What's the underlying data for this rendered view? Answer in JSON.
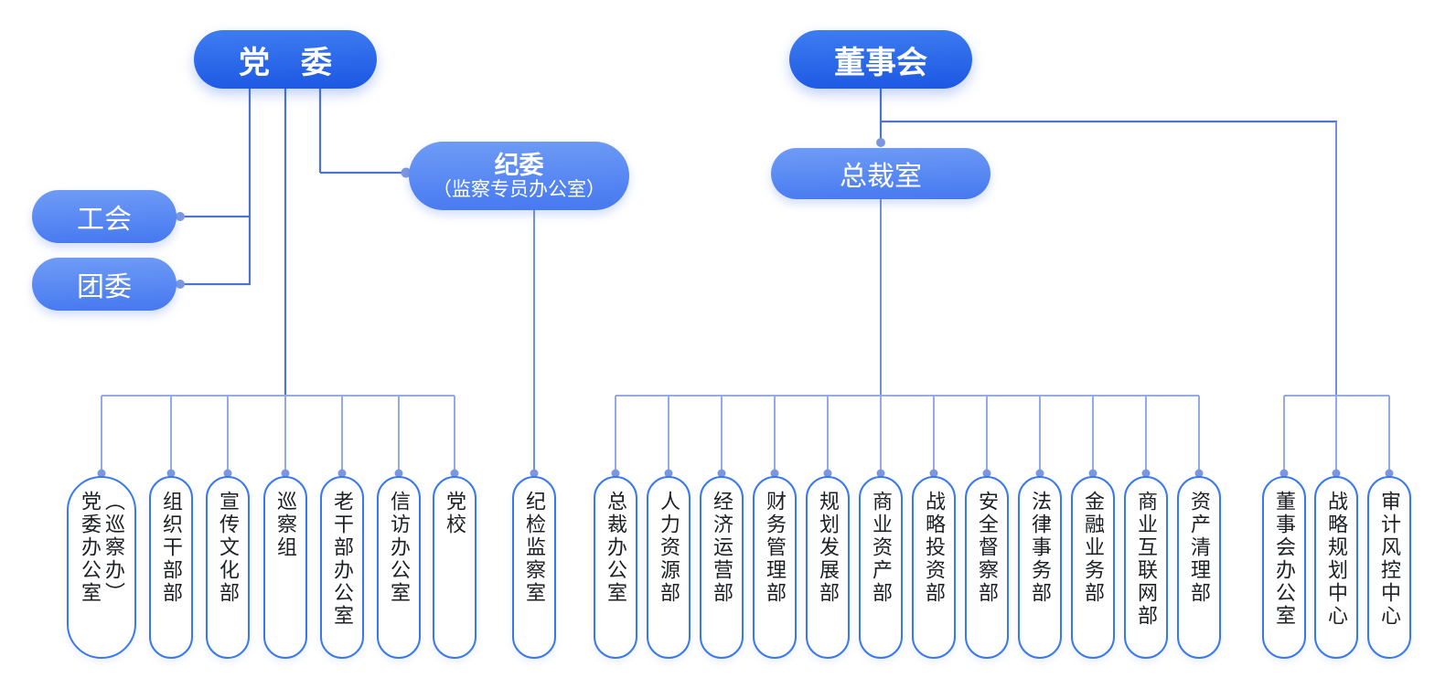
{
  "colors": {
    "primary_box_top": "#3f7df2",
    "primary_box_bottom": "#1b57e2",
    "secondary_box_top": "#6f9cf6",
    "secondary_box_bottom": "#4678f0",
    "pill_border": "#3a78ef",
    "pill_text": "#1c1f24",
    "connector_dark": "#4f74cf",
    "connector_mid": "#7490dc",
    "connector_light": "#93aae6",
    "dot": "#7b97e0"
  },
  "nodes": {
    "party_committee": {
      "label": "党　委"
    },
    "board": {
      "label": "董事会"
    },
    "labor_union": {
      "label": "工会"
    },
    "youth_league": {
      "label": "团委"
    },
    "discipline_committee": {
      "label": "纪委",
      "sublabel": "（监察专员办公室）"
    },
    "president_office": {
      "label": "总裁室"
    }
  },
  "groups": {
    "party_departments": [
      "党委办公室\n（巡察办）",
      "组织干部部",
      "宣传文化部",
      "巡察组",
      "老干部办公室",
      "信访办公室",
      "党校"
    ],
    "discipline_departments": [
      "纪检监察室"
    ],
    "president_departments": [
      "总裁办公室",
      "人力资源部",
      "经济运营部",
      "财务管理部",
      "规划发展部",
      "商业资产部",
      "战略投资部",
      "安全督察部",
      "法律事务部",
      "金融业务部",
      "商业互联网部",
      "资产清理部"
    ],
    "board_departments": [
      "董事会办公室",
      "战略规划中心",
      "审计风控中心"
    ]
  }
}
